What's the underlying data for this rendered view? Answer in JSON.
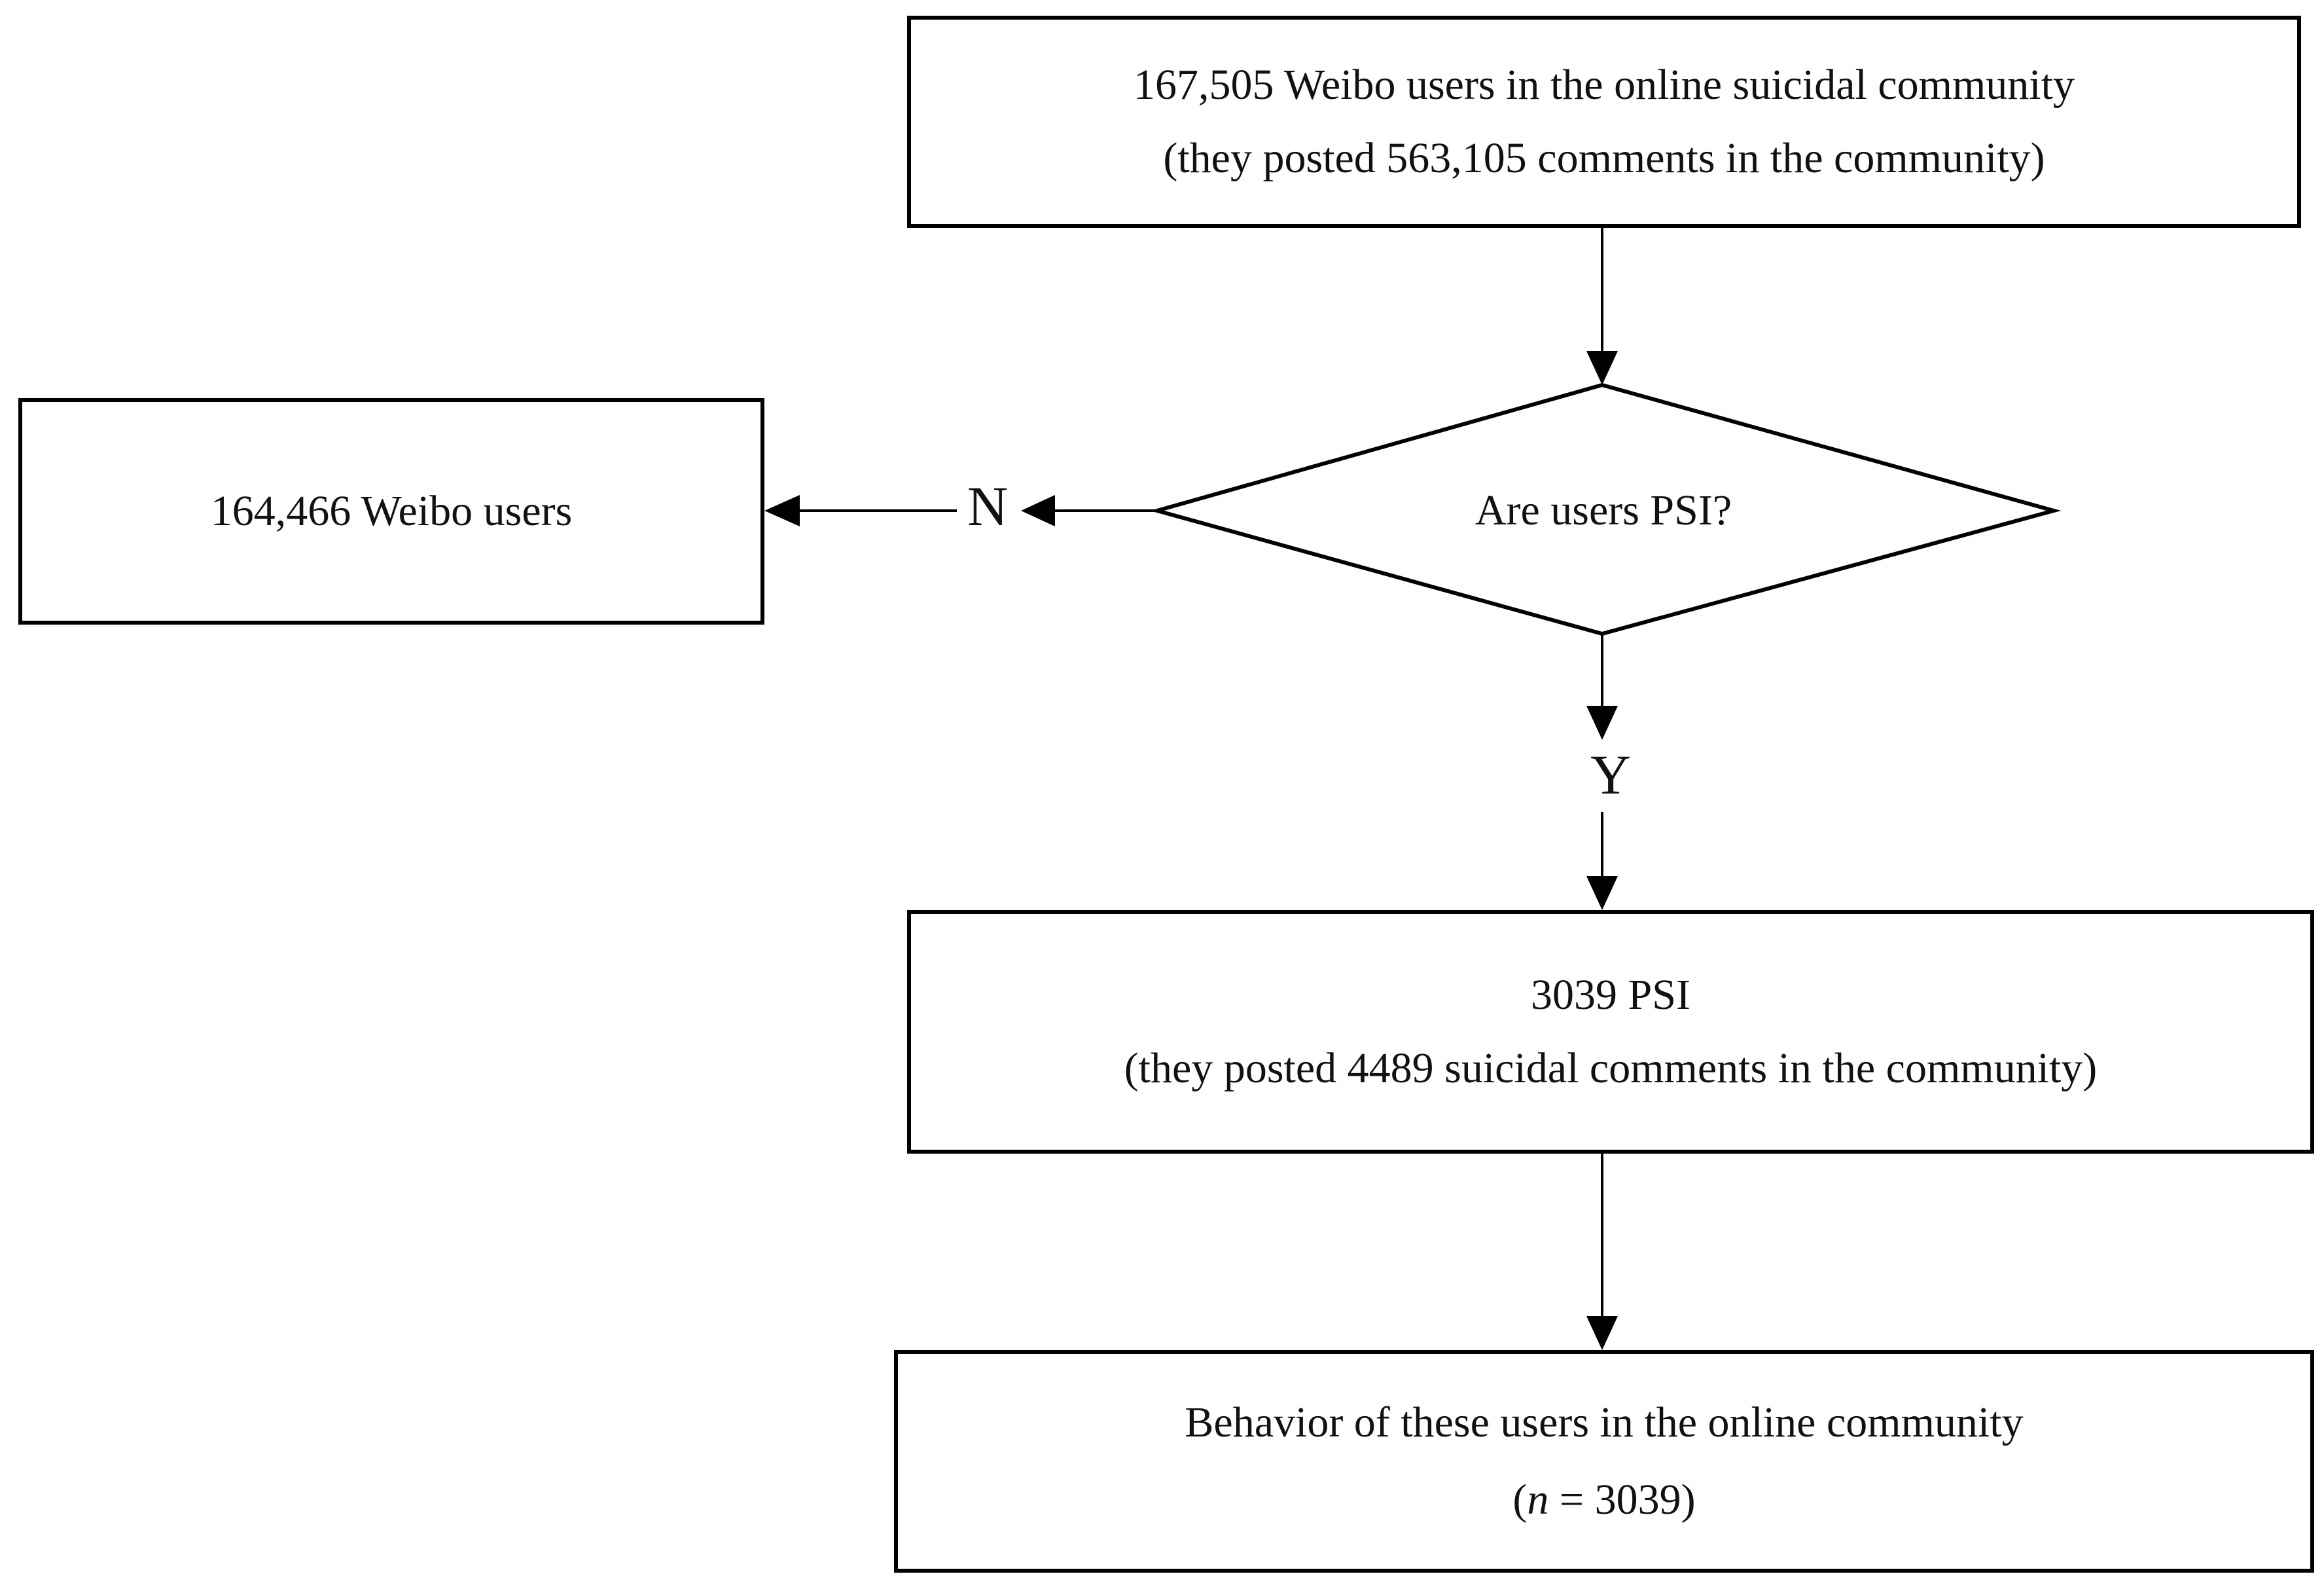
{
  "nodes": {
    "start": {
      "line1": "167,505 Weibo users in the online suicidal community",
      "line2": "(they posted 563,105 comments in the community)"
    },
    "decision": {
      "text": "Are users PSI?"
    },
    "no_branch": {
      "text": "164,466 Weibo users"
    },
    "yes_branch": {
      "line1": "3039 PSI",
      "line2": "(they posted 4489 suicidal comments in the community)"
    },
    "result": {
      "line1": "Behavior of these users in the online community",
      "line2_open": "(",
      "line2_var": "n",
      "line2_rest": " = 3039)"
    }
  },
  "edges": {
    "no_label": "N",
    "yes_label": "Y"
  },
  "colors": {
    "stroke": "#000000",
    "fill": "#ffffff"
  }
}
